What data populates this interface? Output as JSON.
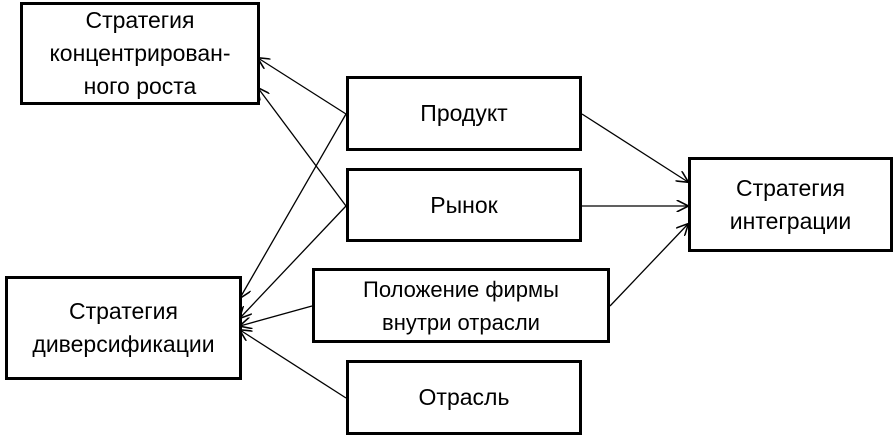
{
  "diagram": {
    "line_color": "#000000",
    "nodes": {
      "conc": "Стратегия\nконцентрирован-\nного роста",
      "div": "Стратегия\nдиверсификации",
      "prod": "Продукт",
      "ryn": "Рынок",
      "pol": "Положение фирмы\nвнутри отрасли",
      "otr": "Отрасль",
      "int": "Стратегия\nинтеграции"
    },
    "edges": [
      {
        "from": "prod",
        "to": "conc"
      },
      {
        "from": "ryn",
        "to": "conc"
      },
      {
        "from": "prod",
        "to": "div"
      },
      {
        "from": "ryn",
        "to": "div"
      },
      {
        "from": "pol",
        "to": "div"
      },
      {
        "from": "otr",
        "to": "div"
      },
      {
        "from": "prod",
        "to": "int"
      },
      {
        "from": "ryn",
        "to": "int"
      },
      {
        "from": "pol",
        "to": "int"
      }
    ]
  }
}
